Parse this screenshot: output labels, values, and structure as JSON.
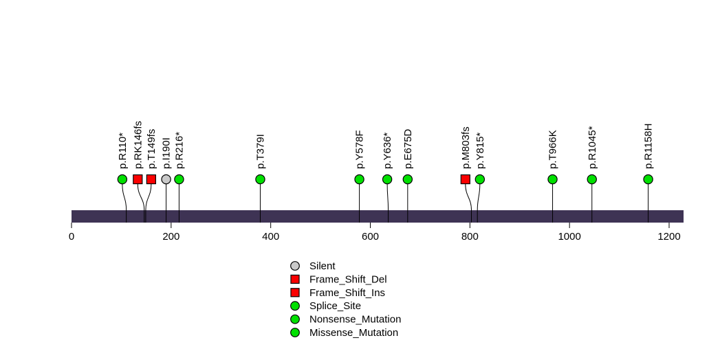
{
  "figure": {
    "background": "#ffffff"
  },
  "chart_data": {
    "type": "lollipop",
    "title": "",
    "xlabel": "",
    "ylabel": "",
    "protein": {
      "aa_start": 0,
      "aa_end": 1229
    },
    "axis": {
      "ticks": [
        0,
        200,
        400,
        600,
        800,
        1000,
        1200
      ],
      "tick_labels": [
        "0",
        "200",
        "400",
        "600",
        "800",
        "1000",
        "1200"
      ],
      "range": [
        0,
        1229
      ],
      "grid": false
    },
    "mutations": [
      {
        "label": "p.R110*",
        "aa": 110,
        "label_aa": 102,
        "shape": "circle",
        "color": "green"
      },
      {
        "label": "p.RK146fs",
        "aa": 146,
        "label_aa": 133,
        "shape": "square",
        "color": "red"
      },
      {
        "label": "p.T149fs",
        "aa": 149,
        "label_aa": 160,
        "shape": "square",
        "color": "red"
      },
      {
        "label": "p.I190I",
        "aa": 190,
        "label_aa": 190,
        "shape": "circle",
        "color": "gray"
      },
      {
        "label": "p.R216*",
        "aa": 216,
        "label_aa": 216,
        "shape": "circle",
        "color": "green"
      },
      {
        "label": "p.T379I",
        "aa": 379,
        "label_aa": 379,
        "shape": "circle",
        "color": "green"
      },
      {
        "label": "p.Y578F",
        "aa": 578,
        "label_aa": 578,
        "shape": "circle",
        "color": "green"
      },
      {
        "label": "p.Y636*",
        "aa": 636,
        "label_aa": 634,
        "shape": "circle",
        "color": "green"
      },
      {
        "label": "p.E675D",
        "aa": 675,
        "label_aa": 675,
        "shape": "circle",
        "color": "green"
      },
      {
        "label": "p.M803fs",
        "aa": 803,
        "label_aa": 791,
        "shape": "square",
        "color": "red"
      },
      {
        "label": "p.Y815*",
        "aa": 815,
        "label_aa": 820,
        "shape": "circle",
        "color": "green"
      },
      {
        "label": "p.T966K",
        "aa": 966,
        "label_aa": 966,
        "shape": "circle",
        "color": "green"
      },
      {
        "label": "p.R1045*",
        "aa": 1045,
        "label_aa": 1045,
        "shape": "circle",
        "color": "green"
      },
      {
        "label": "p.R1158H",
        "aa": 1158,
        "label_aa": 1158,
        "shape": "circle",
        "color": "green"
      }
    ],
    "legend": {
      "position": "bottom-center",
      "entries": [
        {
          "label": "Silent",
          "shape": "circle",
          "color": "gray"
        },
        {
          "label": "Frame_Shift_Del",
          "shape": "square",
          "color": "red"
        },
        {
          "label": "Frame_Shift_Ins",
          "shape": "square",
          "color": "red"
        },
        {
          "label": "Splice_Site",
          "shape": "circle",
          "color": "green"
        },
        {
          "label": "Nonsense_Mutation",
          "shape": "circle",
          "color": "green"
        },
        {
          "label": "Missense_Mutation",
          "shape": "circle",
          "color": "green"
        }
      ]
    },
    "colors": {
      "green": "#00E000",
      "red": "#FB0000",
      "gray": "#C9C9C9",
      "gene_body": "#3E3354",
      "marker_stroke": "#000000",
      "stick": "#000000"
    }
  }
}
